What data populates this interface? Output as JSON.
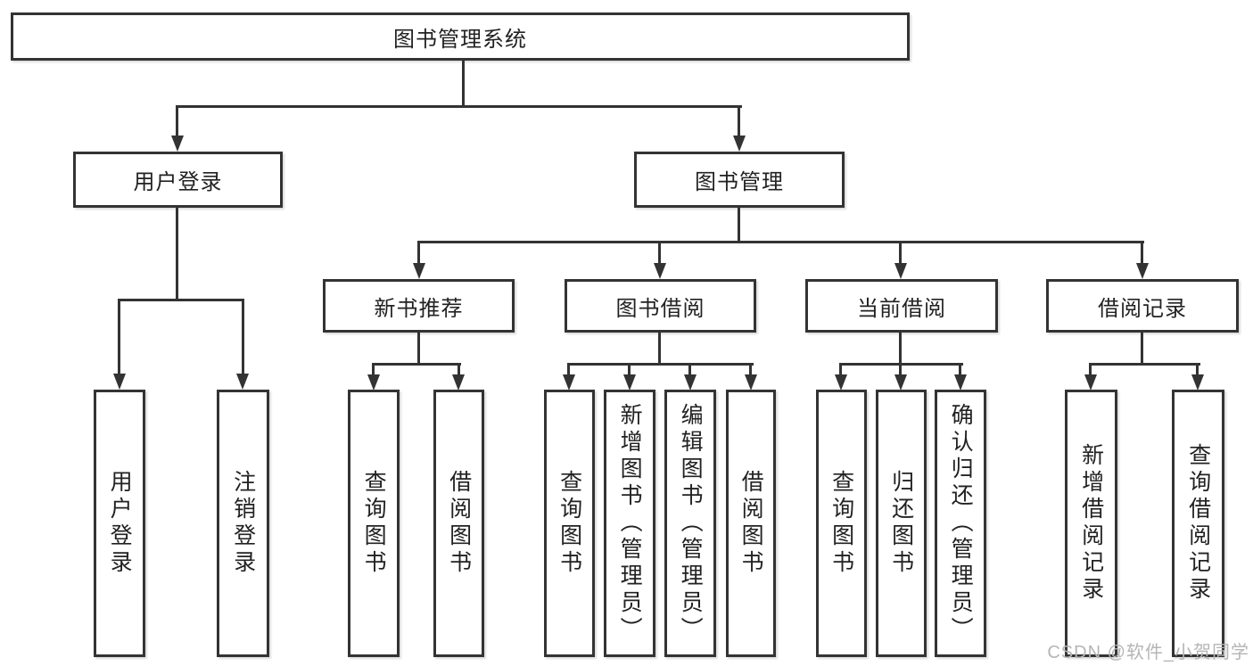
{
  "diagram": {
    "type": "hierarchy",
    "tree": {
      "label": "图书管理系统",
      "children": [
        {
          "label": "用户登录",
          "children": [
            {
              "label": "用户登录"
            },
            {
              "label": "注销登录"
            }
          ]
        },
        {
          "label": "图书管理",
          "children": [
            {
              "label": "新书推荐",
              "children": [
                {
                  "label": "查询图书"
                },
                {
                  "label": "借阅图书"
                }
              ]
            },
            {
              "label": "图书借阅",
              "children": [
                {
                  "label": "查询图书"
                },
                {
                  "label": "新增图书（管理员）"
                },
                {
                  "label": "编辑图书（管理员）"
                },
                {
                  "label": "借阅图书"
                }
              ]
            },
            {
              "label": "当前借阅",
              "children": [
                {
                  "label": "查询图书"
                },
                {
                  "label": "归还图书"
                },
                {
                  "label": "确认归还（管理员）"
                }
              ]
            },
            {
              "label": "借阅记录",
              "children": [
                {
                  "label": "新增借阅记录"
                },
                {
                  "label": "查询借阅记录"
                }
              ]
            }
          ]
        }
      ]
    }
  },
  "watermark": {
    "text": "CSDN @软件_小贺同学",
    "color": "#b5b5b5"
  },
  "colors": {
    "line": "#333333",
    "text": "#222222",
    "box_background": "#ffffff",
    "page_background": "#ffffff"
  }
}
